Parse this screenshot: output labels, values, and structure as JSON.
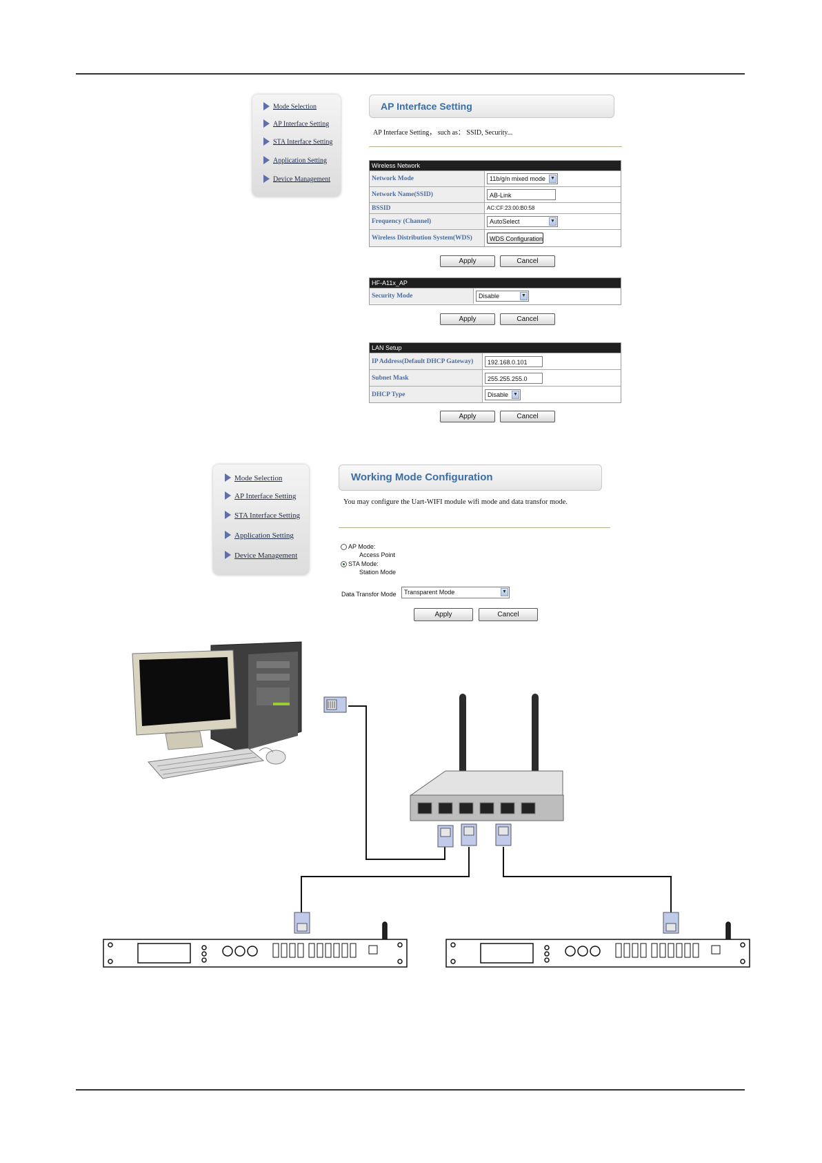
{
  "nav_items": [
    "Mode Selection",
    "AP Interface Setting",
    "STA Interface Setting",
    "Application Setting",
    "Device Management"
  ],
  "ap_page": {
    "title": "AP Interface Setting",
    "description": "AP Interface Setting， such as： SSID, Security...",
    "wireless": {
      "header": "Wireless Network",
      "network_mode_label": "Network Mode",
      "network_mode_value": "11b/g/n mixed mode",
      "ssid_label": "Network Name(SSID)",
      "ssid_value": "AB-Link",
      "bssid_label": "BSSID",
      "bssid_value": "AC:CF:23:00:B0:58",
      "frequency_label": "Frequency (Channel)",
      "frequency_value": "AutoSelect",
      "wds_label": "Wireless Distribution System(WDS)",
      "wds_button": "WDS Configuration"
    },
    "security": {
      "header": "HF-A11x_AP",
      "mode_label": "Security Mode",
      "mode_value": "Disable"
    },
    "lan": {
      "header": "LAN Setup",
      "ip_label": "IP Address(Default DHCP Gateway)",
      "ip_value": "192.168.0.101",
      "mask_label": "Subnet Mask",
      "mask_value": "255.255.255.0",
      "dhcp_label": "DHCP Type",
      "dhcp_value": "Disable"
    },
    "apply": "Apply",
    "cancel": "Cancel"
  },
  "mode_page": {
    "title": "Working Mode Configuration",
    "description": "You may configure the Uart-WIFI module wifi mode and data transfor mode.",
    "ap_mode_label": "AP Mode:",
    "ap_mode_sub": "Access Point",
    "sta_mode_label": "STA Mode:",
    "sta_mode_sub": "Station Mode",
    "selected_mode": "STA Mode",
    "data_transfer_label": "Data Transfor Mode",
    "data_transfer_value": "Transparent Mode",
    "apply": "Apply",
    "cancel": "Cancel"
  },
  "colors": {
    "title_blue": "#3b6ea5",
    "label_blue": "#4a6ca0",
    "table_header": "#1f1f1f",
    "nav_arrow": "#5f6fa8"
  },
  "icons": [
    "arrow-bullet-icon",
    "dropdown-arrow-icon",
    "radio-icon",
    "computer-icon",
    "router-icon",
    "ethernet-plug-icon",
    "audio-processor-icon"
  ]
}
